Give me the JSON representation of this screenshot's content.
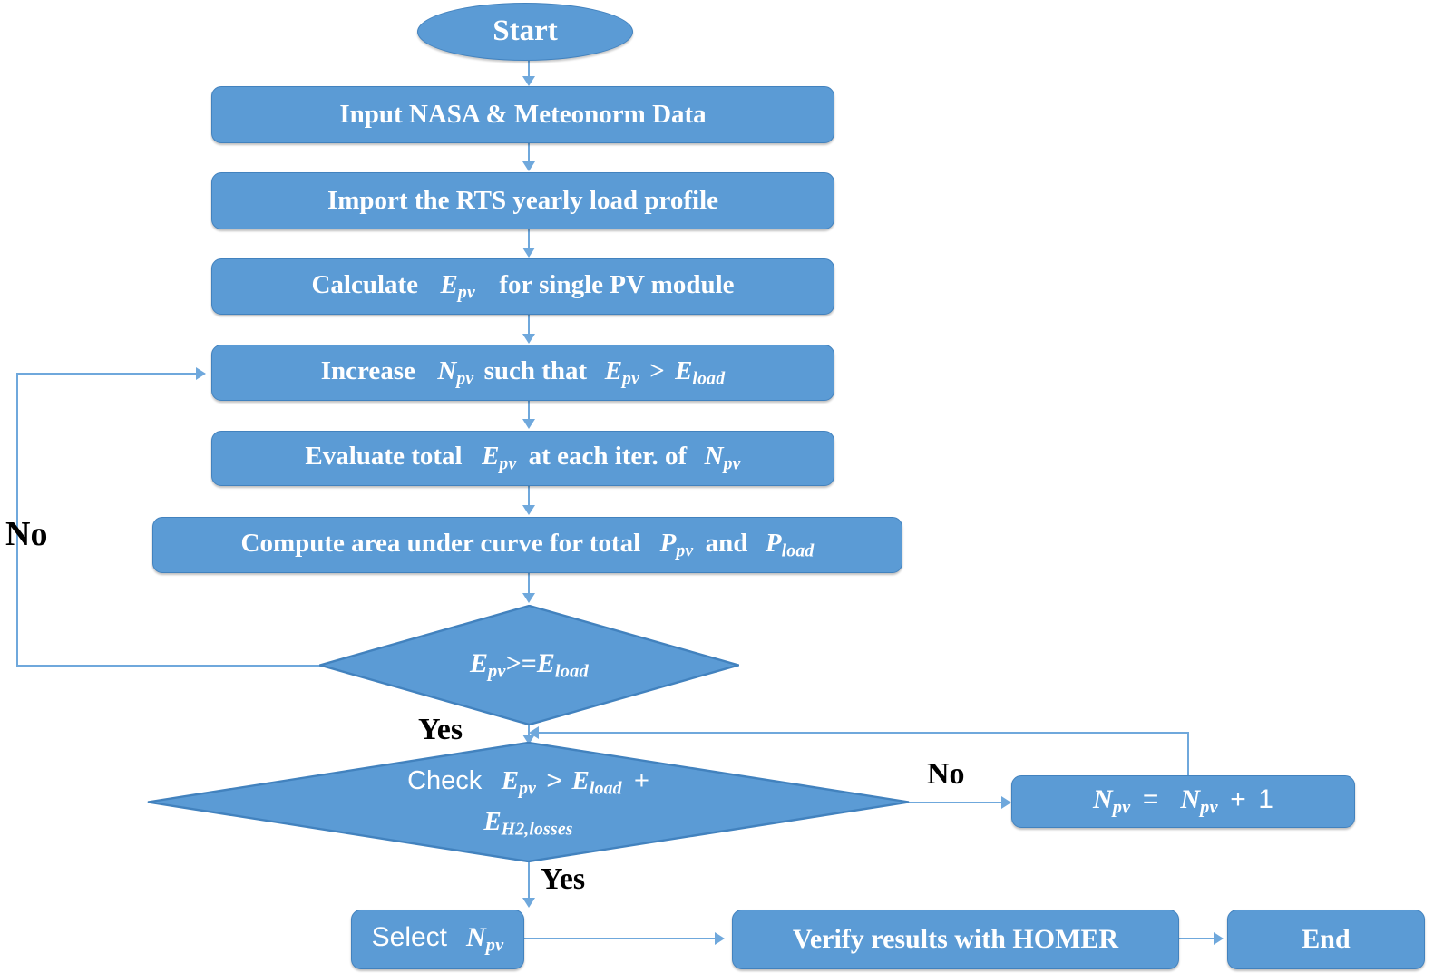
{
  "diagram": {
    "title": "PV sizing methodology flowchart",
    "colors": {
      "node_fill": "#5B9BD5",
      "node_border": "#4282BE",
      "connector": "#6FA8DC",
      "node_text": "#FFFFFF",
      "edge_label_text": "#000000",
      "background": "#FFFFFF"
    }
  },
  "nodes": {
    "start": {
      "label": "Start",
      "shape": "ellipse"
    },
    "input_data": {
      "label": "Input NASA & Meteonorm Data",
      "shape": "rect"
    },
    "import_profile": {
      "label": "Import the RTS yearly load profile",
      "shape": "rect"
    },
    "calculate_epv": {
      "shape": "rect",
      "parts": {
        "pre": "Calculate",
        "sym": "E",
        "sub": "pv",
        "post": "for single PV module"
      }
    },
    "increase_npv": {
      "shape": "rect",
      "parts": {
        "pre": "Increase",
        "sym1": "N",
        "sub1": "pv",
        "mid": "such that",
        "sym2": "E",
        "sub2": "pv",
        "op": ">",
        "sym3": "E",
        "sub3": "load"
      }
    },
    "evaluate_total": {
      "shape": "rect",
      "parts": {
        "pre": "Evaluate total",
        "sym1": "E",
        "sub1": "pv",
        "mid": "at  each iter. of",
        "sym2": "N",
        "sub2": "pv"
      }
    },
    "compute_area": {
      "shape": "rect",
      "parts": {
        "pre": "Compute area under curve for total",
        "sym1": "P",
        "sub1": "pv",
        "mid": "and",
        "sym2": "P",
        "sub2": "load"
      }
    },
    "decision_epv_ge_eload": {
      "shape": "diamond",
      "parts": {
        "sym1": "E",
        "sub1": "pv",
        "op": ">=",
        "sym2": "E",
        "sub2": "load"
      }
    },
    "decision_check_h2": {
      "shape": "diamond",
      "parts": {
        "pre": "Check",
        "sym1": "E",
        "sub1": "pv",
        "op": ">",
        "sym2": "E",
        "sub2": "load",
        "plus": "+",
        "sym3": "E",
        "sub3": "H2,losses"
      }
    },
    "increment_npv": {
      "shape": "rect",
      "parts": {
        "sym1": "N",
        "sub1": "pv",
        "eq": "=",
        "sym2": "N",
        "sub2": "pv",
        "plus": "+",
        "one": "1"
      }
    },
    "select_npv": {
      "shape": "rect",
      "parts": {
        "pre": "Select",
        "sym": "N",
        "sub": "pv"
      }
    },
    "verify_homer": {
      "label": "Verify results with HOMER",
      "shape": "rect"
    },
    "end": {
      "label": "End",
      "shape": "rect"
    }
  },
  "edge_labels": {
    "no_left_loop": "No",
    "yes_first_decision": "Yes",
    "no_second_decision": "No",
    "yes_second_decision": "Yes"
  }
}
